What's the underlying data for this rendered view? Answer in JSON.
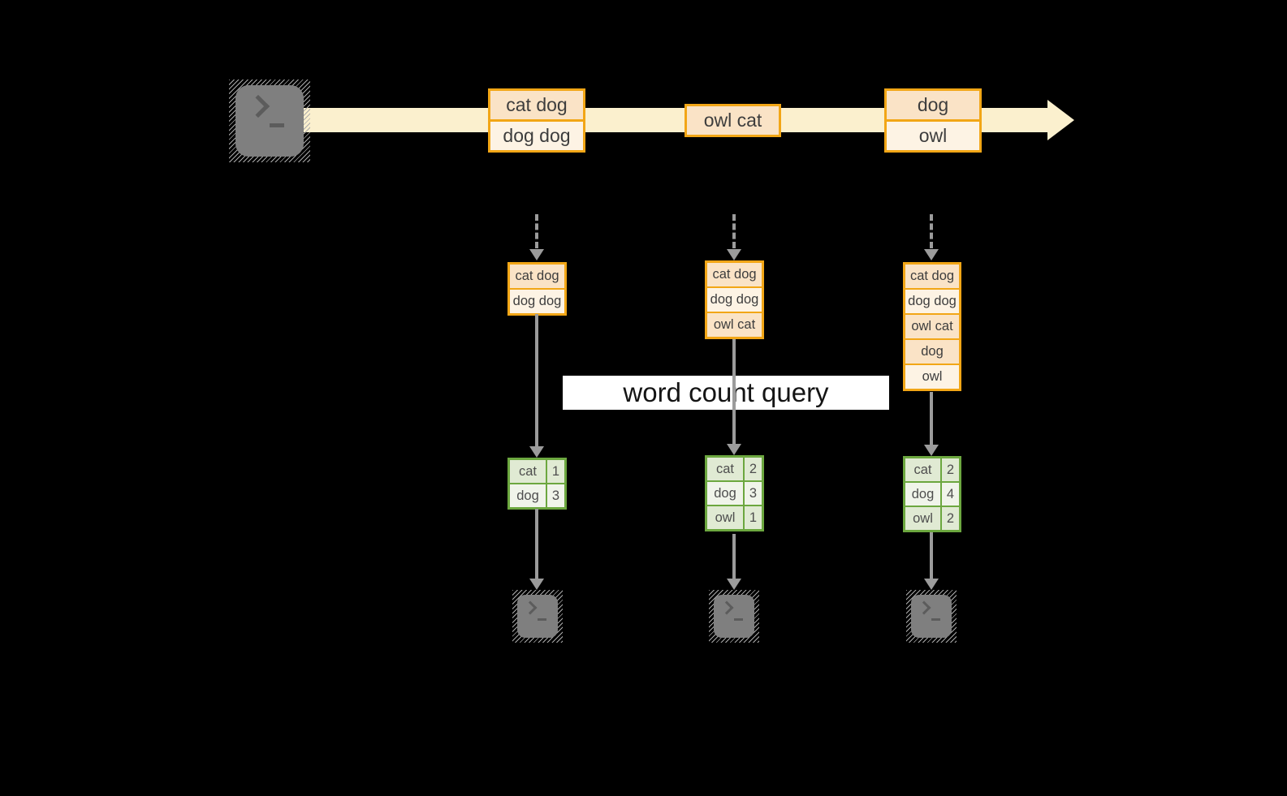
{
  "banner": {
    "label": "word count query"
  },
  "stream": {
    "source_icon": "terminal",
    "events": [
      {
        "lines": [
          "cat dog",
          "dog dog"
        ]
      },
      {
        "lines": [
          "owl cat"
        ]
      },
      {
        "lines": [
          "dog",
          "owl"
        ]
      }
    ]
  },
  "snapshots": [
    {
      "buffer": [
        "cat dog",
        "dog dog"
      ],
      "counts": [
        {
          "word": "cat",
          "count": "1"
        },
        {
          "word": "dog",
          "count": "3"
        }
      ]
    },
    {
      "buffer": [
        "cat dog",
        "dog dog",
        "owl cat"
      ],
      "counts": [
        {
          "word": "cat",
          "count": "2"
        },
        {
          "word": "dog",
          "count": "3"
        },
        {
          "word": "owl",
          "count": "1"
        }
      ]
    },
    {
      "buffer": [
        "cat dog",
        "dog dog",
        "owl cat",
        "dog",
        "owl"
      ],
      "counts": [
        {
          "word": "cat",
          "count": "2"
        },
        {
          "word": "dog",
          "count": "4"
        },
        {
          "word": "owl",
          "count": "2"
        }
      ]
    }
  ],
  "icons": {
    "source": "terminal-icon",
    "outputs": [
      "terminal-icon",
      "terminal-icon",
      "terminal-icon"
    ]
  },
  "colors": {
    "background": "#000000",
    "stream_band": "#FBF0CE",
    "event_border": "#F2A616",
    "event_fill_dark": "#FAE3C6",
    "event_fill_light": "#FDF3E4",
    "table_border": "#6CA73F",
    "table_fill_dark": "#E0EAD3",
    "table_fill_light": "#F0F4EA",
    "arrow_gray": "#9B9B9B",
    "terminal_gray": "#7F7F7F",
    "banner_bg": "#FFFFFF",
    "text_dark": "#3D3D3D"
  }
}
